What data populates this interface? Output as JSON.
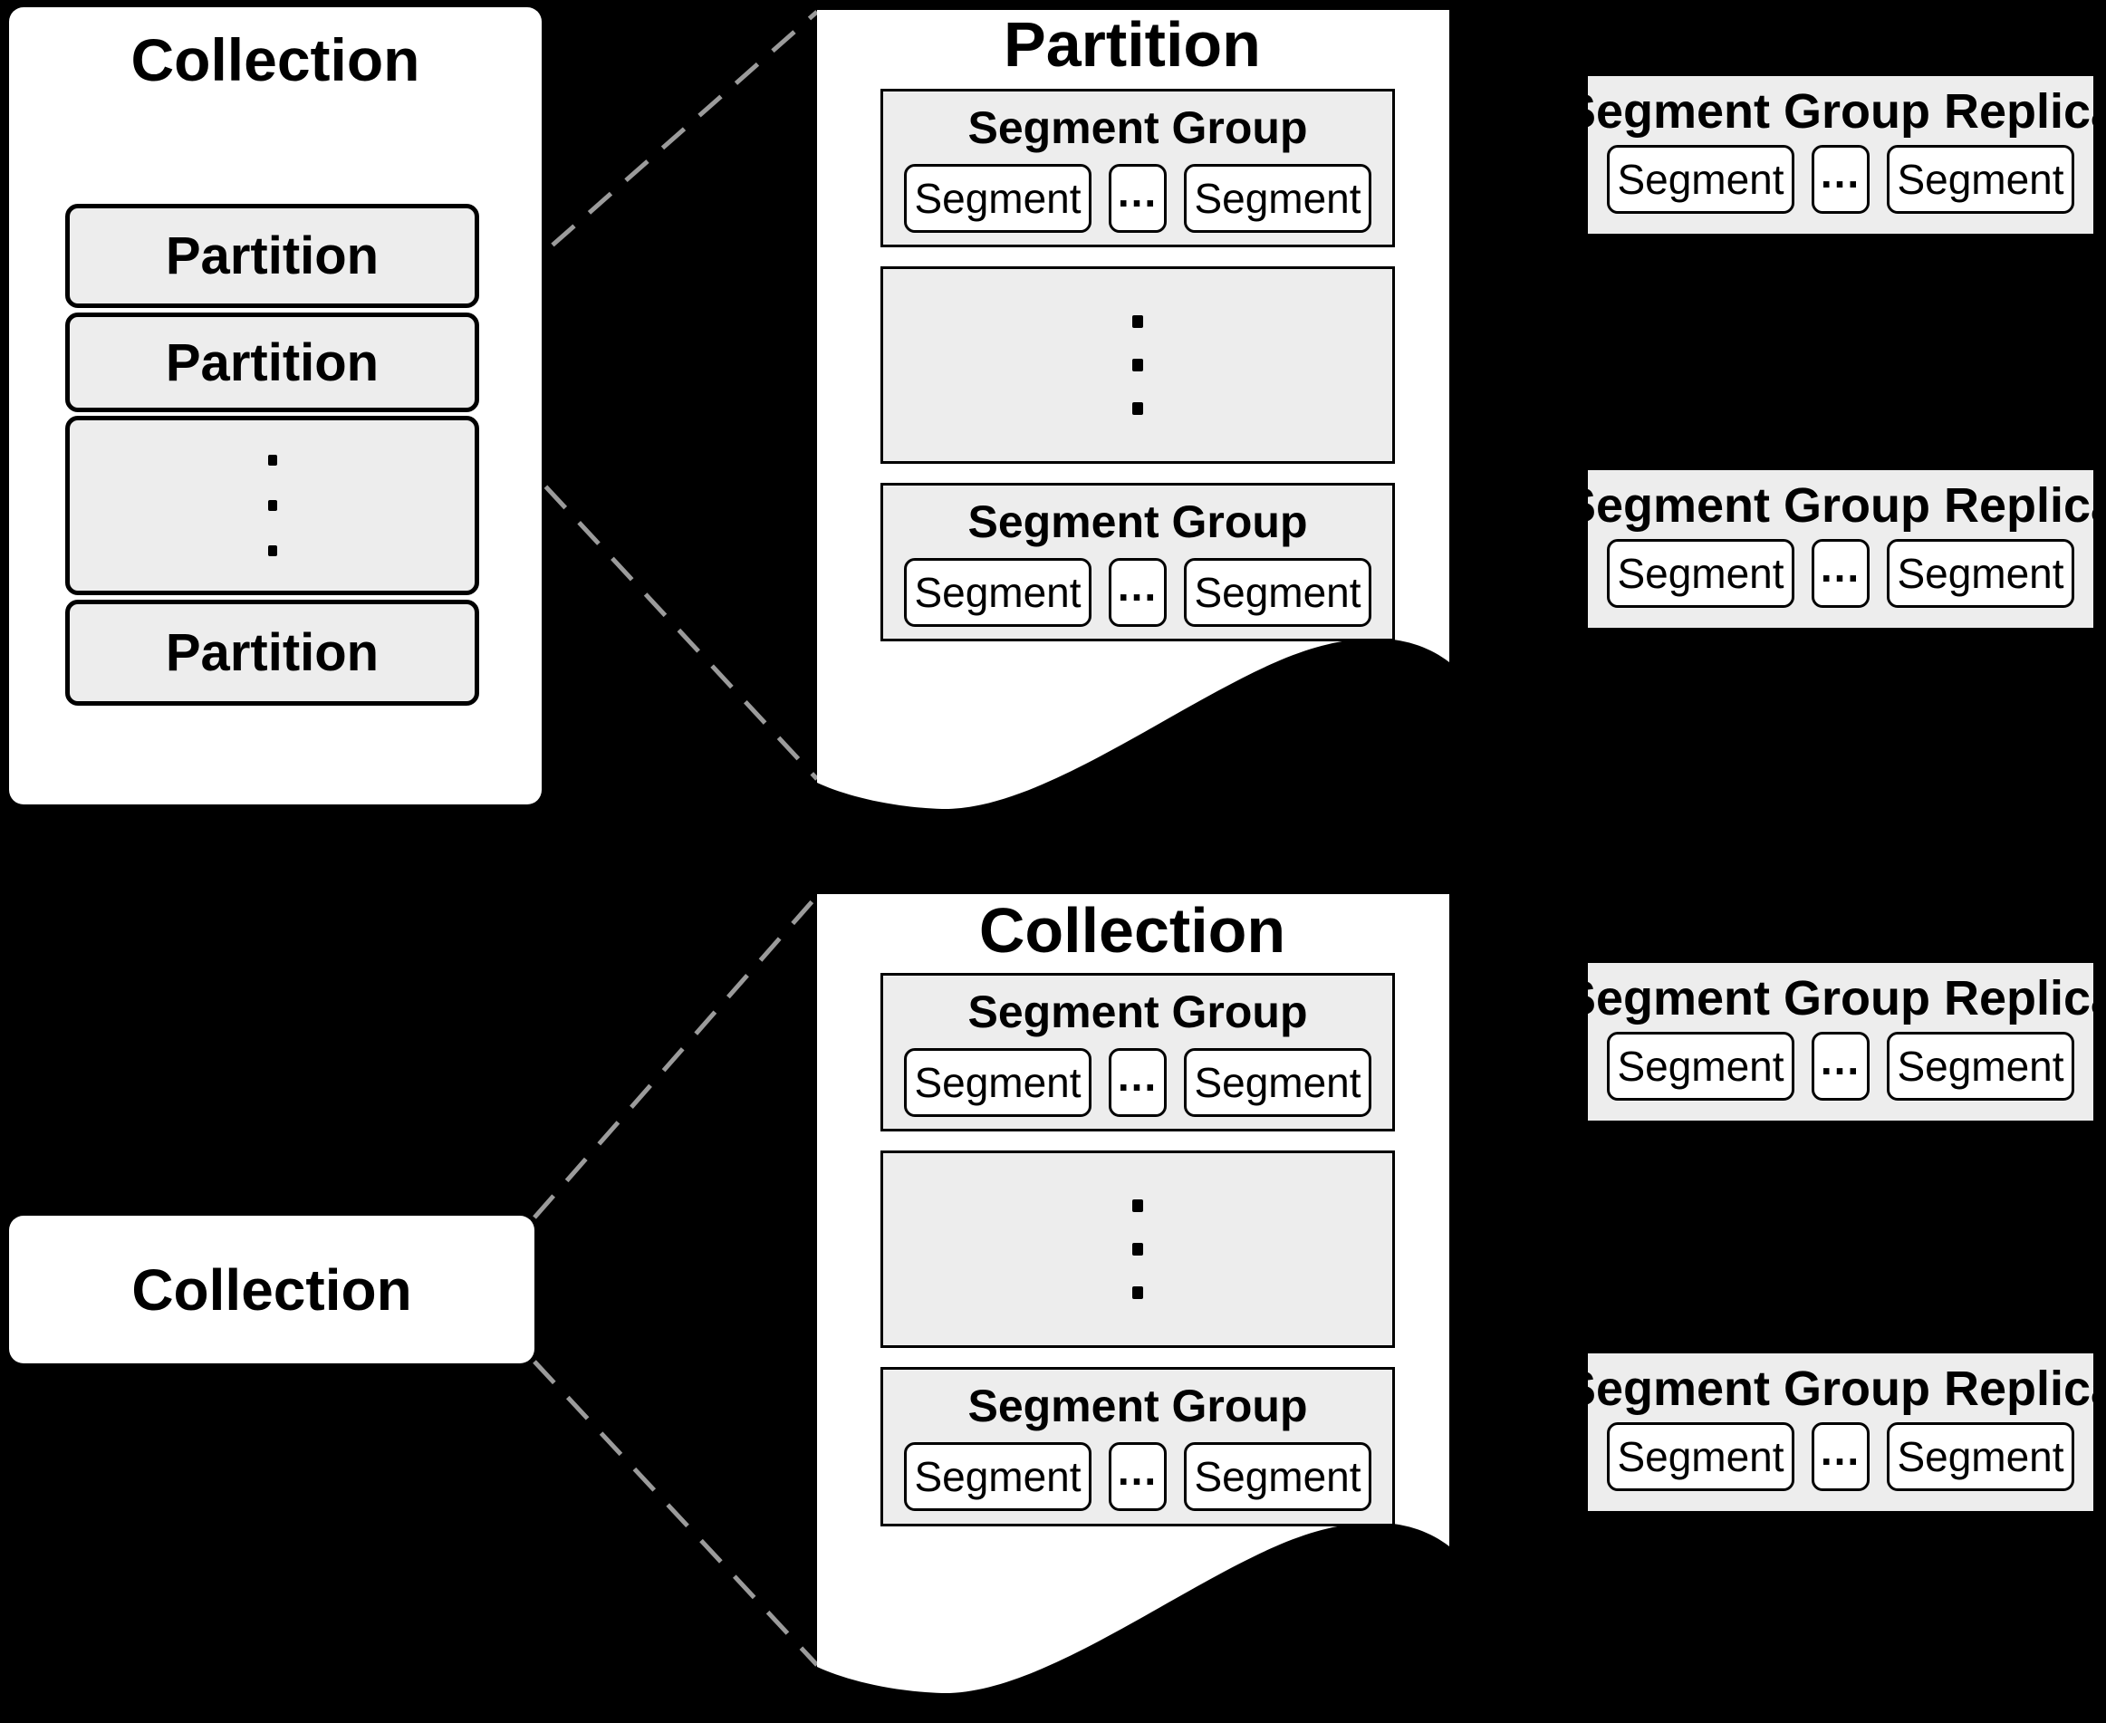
{
  "colors": {
    "background": "#000000",
    "card_fill": "#ffffff",
    "group_fill": "#ededed",
    "border": "#000000",
    "dash_line": "#9b9b9b"
  },
  "collection_stack": {
    "title": "Collection",
    "partition_labels": [
      "Partition",
      "Partition",
      "Partition"
    ]
  },
  "partition_page": {
    "title": "Partition",
    "segment_group_top": {
      "title": "Segment Group",
      "segment_left": "Segment",
      "dots": "...",
      "segment_right": "Segment"
    },
    "segment_group_bottom": {
      "title": "Segment Group",
      "segment_left": "Segment",
      "dots": "...",
      "segment_right": "Segment"
    }
  },
  "collection_label_box": {
    "title": "Collection"
  },
  "collection_page": {
    "title": "Collection",
    "segment_group_top": {
      "title": "Segment Group",
      "segment_left": "Segment",
      "dots": "...",
      "segment_right": "Segment"
    },
    "segment_group_bottom": {
      "title": "Segment Group",
      "segment_left": "Segment",
      "dots": "...",
      "segment_right": "Segment"
    }
  },
  "replicas": [
    {
      "title": "Segment Group Replica",
      "segment_left": "Segment",
      "dots": "...",
      "segment_right": "Segment"
    },
    {
      "title": "Segment Group Replica",
      "segment_left": "Segment",
      "dots": "...",
      "segment_right": "Segment"
    },
    {
      "title": "Segment Group Replica",
      "segment_left": "Segment",
      "dots": "...",
      "segment_right": "Segment"
    },
    {
      "title": "Segment Group Replica",
      "segment_left": "Segment",
      "dots": "...",
      "segment_right": "Segment"
    }
  ]
}
